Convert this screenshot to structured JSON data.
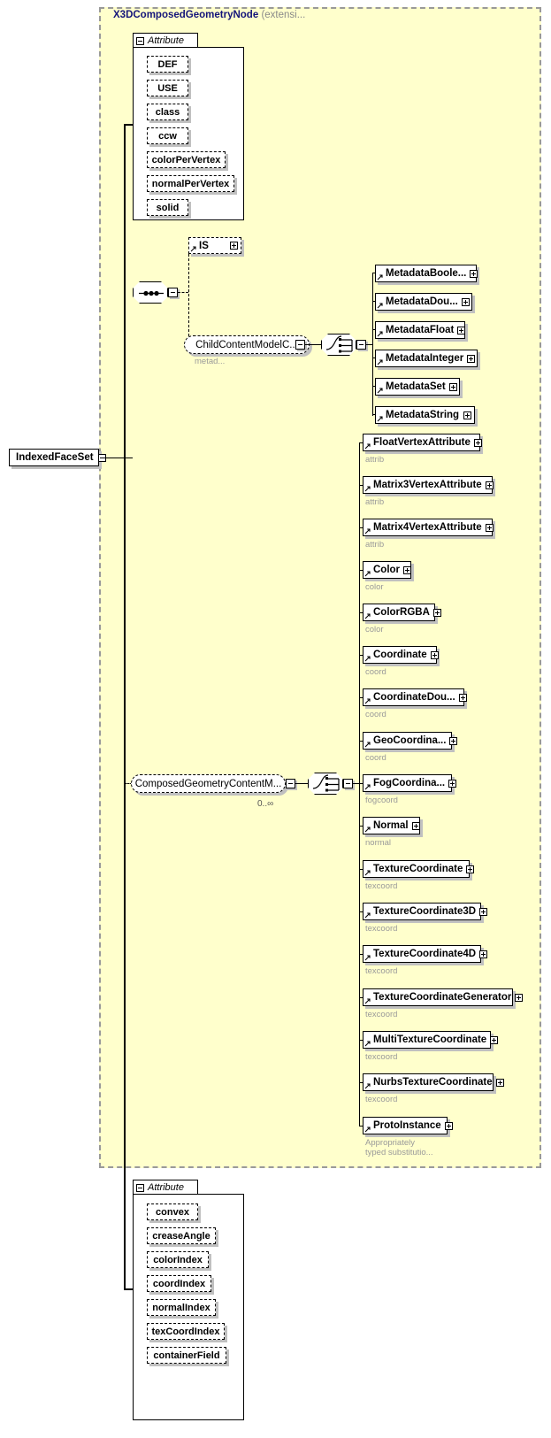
{
  "diagram": {
    "title": "IndexedFaceSet",
    "root_label": "IndexedFaceSet",
    "extension": {
      "base_name": "X3DComposedGeometryNode",
      "suffix": "(extensi...",
      "attribute_tab_label": "Attribute",
      "attributes": [
        "DEF",
        "USE",
        "class",
        "ccw",
        "colorPerVertex",
        "normalPerVertex",
        "solid"
      ]
    },
    "sequence_compositor": "sequence-icon",
    "is_node": {
      "label": "IS",
      "toggle": "plus"
    },
    "child_content_model": {
      "label": "ChildContentModelC...",
      "caption": "metad...",
      "toggle": "minus"
    },
    "child_choice_compositor": "choice-icon",
    "metadata_children": [
      {
        "label": "MetadataBoole...",
        "toggle": "plus",
        "caption": ""
      },
      {
        "label": "MetadataDou...",
        "toggle": "plus",
        "caption": ""
      },
      {
        "label": "MetadataFloat",
        "toggle": "plus",
        "caption": ""
      },
      {
        "label": "MetadataInteger",
        "toggle": "plus",
        "caption": ""
      },
      {
        "label": "MetadataSet",
        "toggle": "plus",
        "caption": ""
      },
      {
        "label": "MetadataString",
        "toggle": "plus",
        "caption": ""
      }
    ],
    "composed_geometry_content_model": {
      "label": "ComposedGeometryContentM...",
      "toggle": "minus",
      "cardinality": "0..∞"
    },
    "geometry_choice_compositor": "choice-icon",
    "geometry_children": [
      {
        "label": "FloatVertexAttribute",
        "toggle": "plus",
        "caption": "attrib"
      },
      {
        "label": "Matrix3VertexAttribute",
        "toggle": "plus",
        "caption": "attrib"
      },
      {
        "label": "Matrix4VertexAttribute",
        "toggle": "plus",
        "caption": "attrib"
      },
      {
        "label": "Color",
        "toggle": "plus",
        "caption": "color"
      },
      {
        "label": "ColorRGBA",
        "toggle": "plus",
        "caption": "color"
      },
      {
        "label": "Coordinate",
        "toggle": "plus",
        "caption": "coord"
      },
      {
        "label": "CoordinateDou...",
        "toggle": "plus",
        "caption": "coord"
      },
      {
        "label": "GeoCoordina...",
        "toggle": "plus",
        "caption": "coord"
      },
      {
        "label": "FogCoordina...",
        "toggle": "plus",
        "caption": "fogcoord"
      },
      {
        "label": "Normal",
        "toggle": "plus",
        "caption": "normal"
      },
      {
        "label": "TextureCoordinate",
        "toggle": "plus",
        "caption": "texcoord"
      },
      {
        "label": "TextureCoordinate3D",
        "toggle": "plus",
        "caption": "texcoord"
      },
      {
        "label": "TextureCoordinate4D",
        "toggle": "plus",
        "caption": "texcoord"
      },
      {
        "label": "TextureCoordinateGenerator",
        "toggle": "plus",
        "caption": "texcoord"
      },
      {
        "label": "MultiTextureCoordinate",
        "toggle": "plus",
        "caption": "texcoord"
      },
      {
        "label": "NurbsTextureCoordinate",
        "toggle": "plus",
        "caption": "texcoord"
      },
      {
        "label": "ProtoInstance",
        "toggle": "plus",
        "caption": "Appropriately\ntyped substitutio..."
      }
    ],
    "own_attributes": {
      "attribute_tab_label": "Attribute",
      "attributes": [
        "convex",
        "creaseAngle",
        "colorIndex",
        "coordIndex",
        "normalIndex",
        "texCoordIndex",
        "containerField"
      ]
    }
  }
}
